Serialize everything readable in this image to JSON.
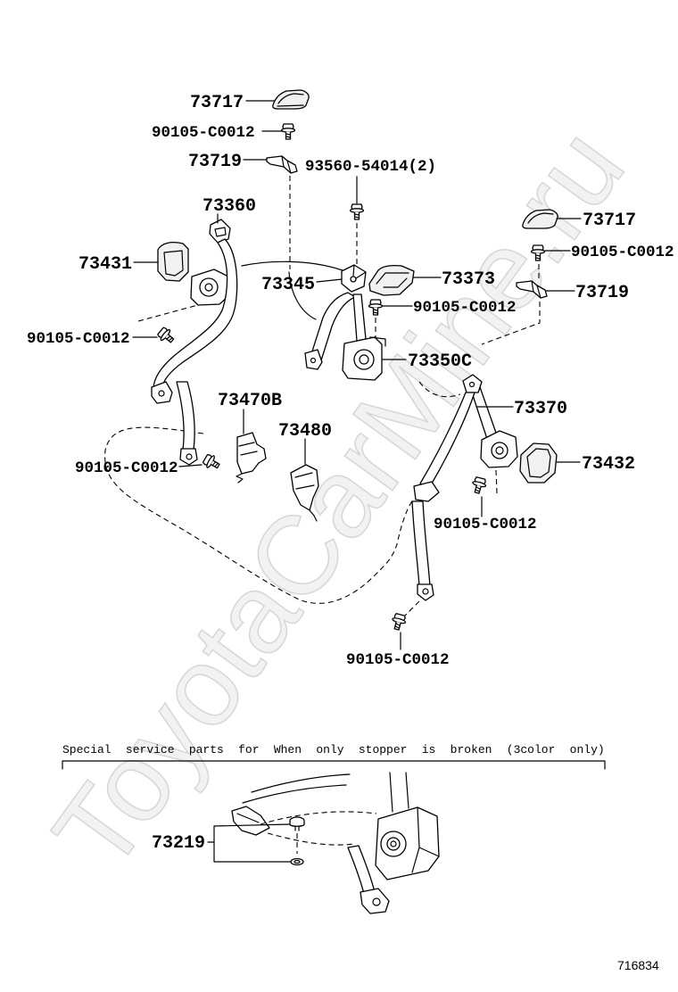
{
  "callouts": {
    "cover_upper_left": "73717",
    "bolt_upper_left": "90105-C0012",
    "bracket_upper_left": "73719",
    "bolt_shelf": "93560-54014(2)",
    "belt_left": "73360",
    "cover_upper_right": "73717",
    "bolt_upper_right": "90105-C0012",
    "cover_left": "73431",
    "bracket_shelf": "73345",
    "cover_center": "73373",
    "bracket_upper_right": "73719",
    "bolt_center": "90105-C0012",
    "bolt_left": "90105-C0012",
    "belt_center": "73350C",
    "buckle_left": "73470B",
    "belt_right": "73370",
    "buckle_right": "73480",
    "bolt_left_lower": "90105-C0012",
    "cover_right": "73432",
    "bolt_right_lower": "90105-C0012",
    "bolt_bottom": "90105-C0012",
    "stopper_kit": "73219"
  },
  "special_parts_note": "Special service parts for When only stopper is broken (3color only)",
  "figure_number": "716834",
  "watermark": "ToyotaCarMine.ru",
  "colors": {
    "ink": "#000000",
    "background": "#ffffff",
    "watermark": "#d6d6d6"
  }
}
